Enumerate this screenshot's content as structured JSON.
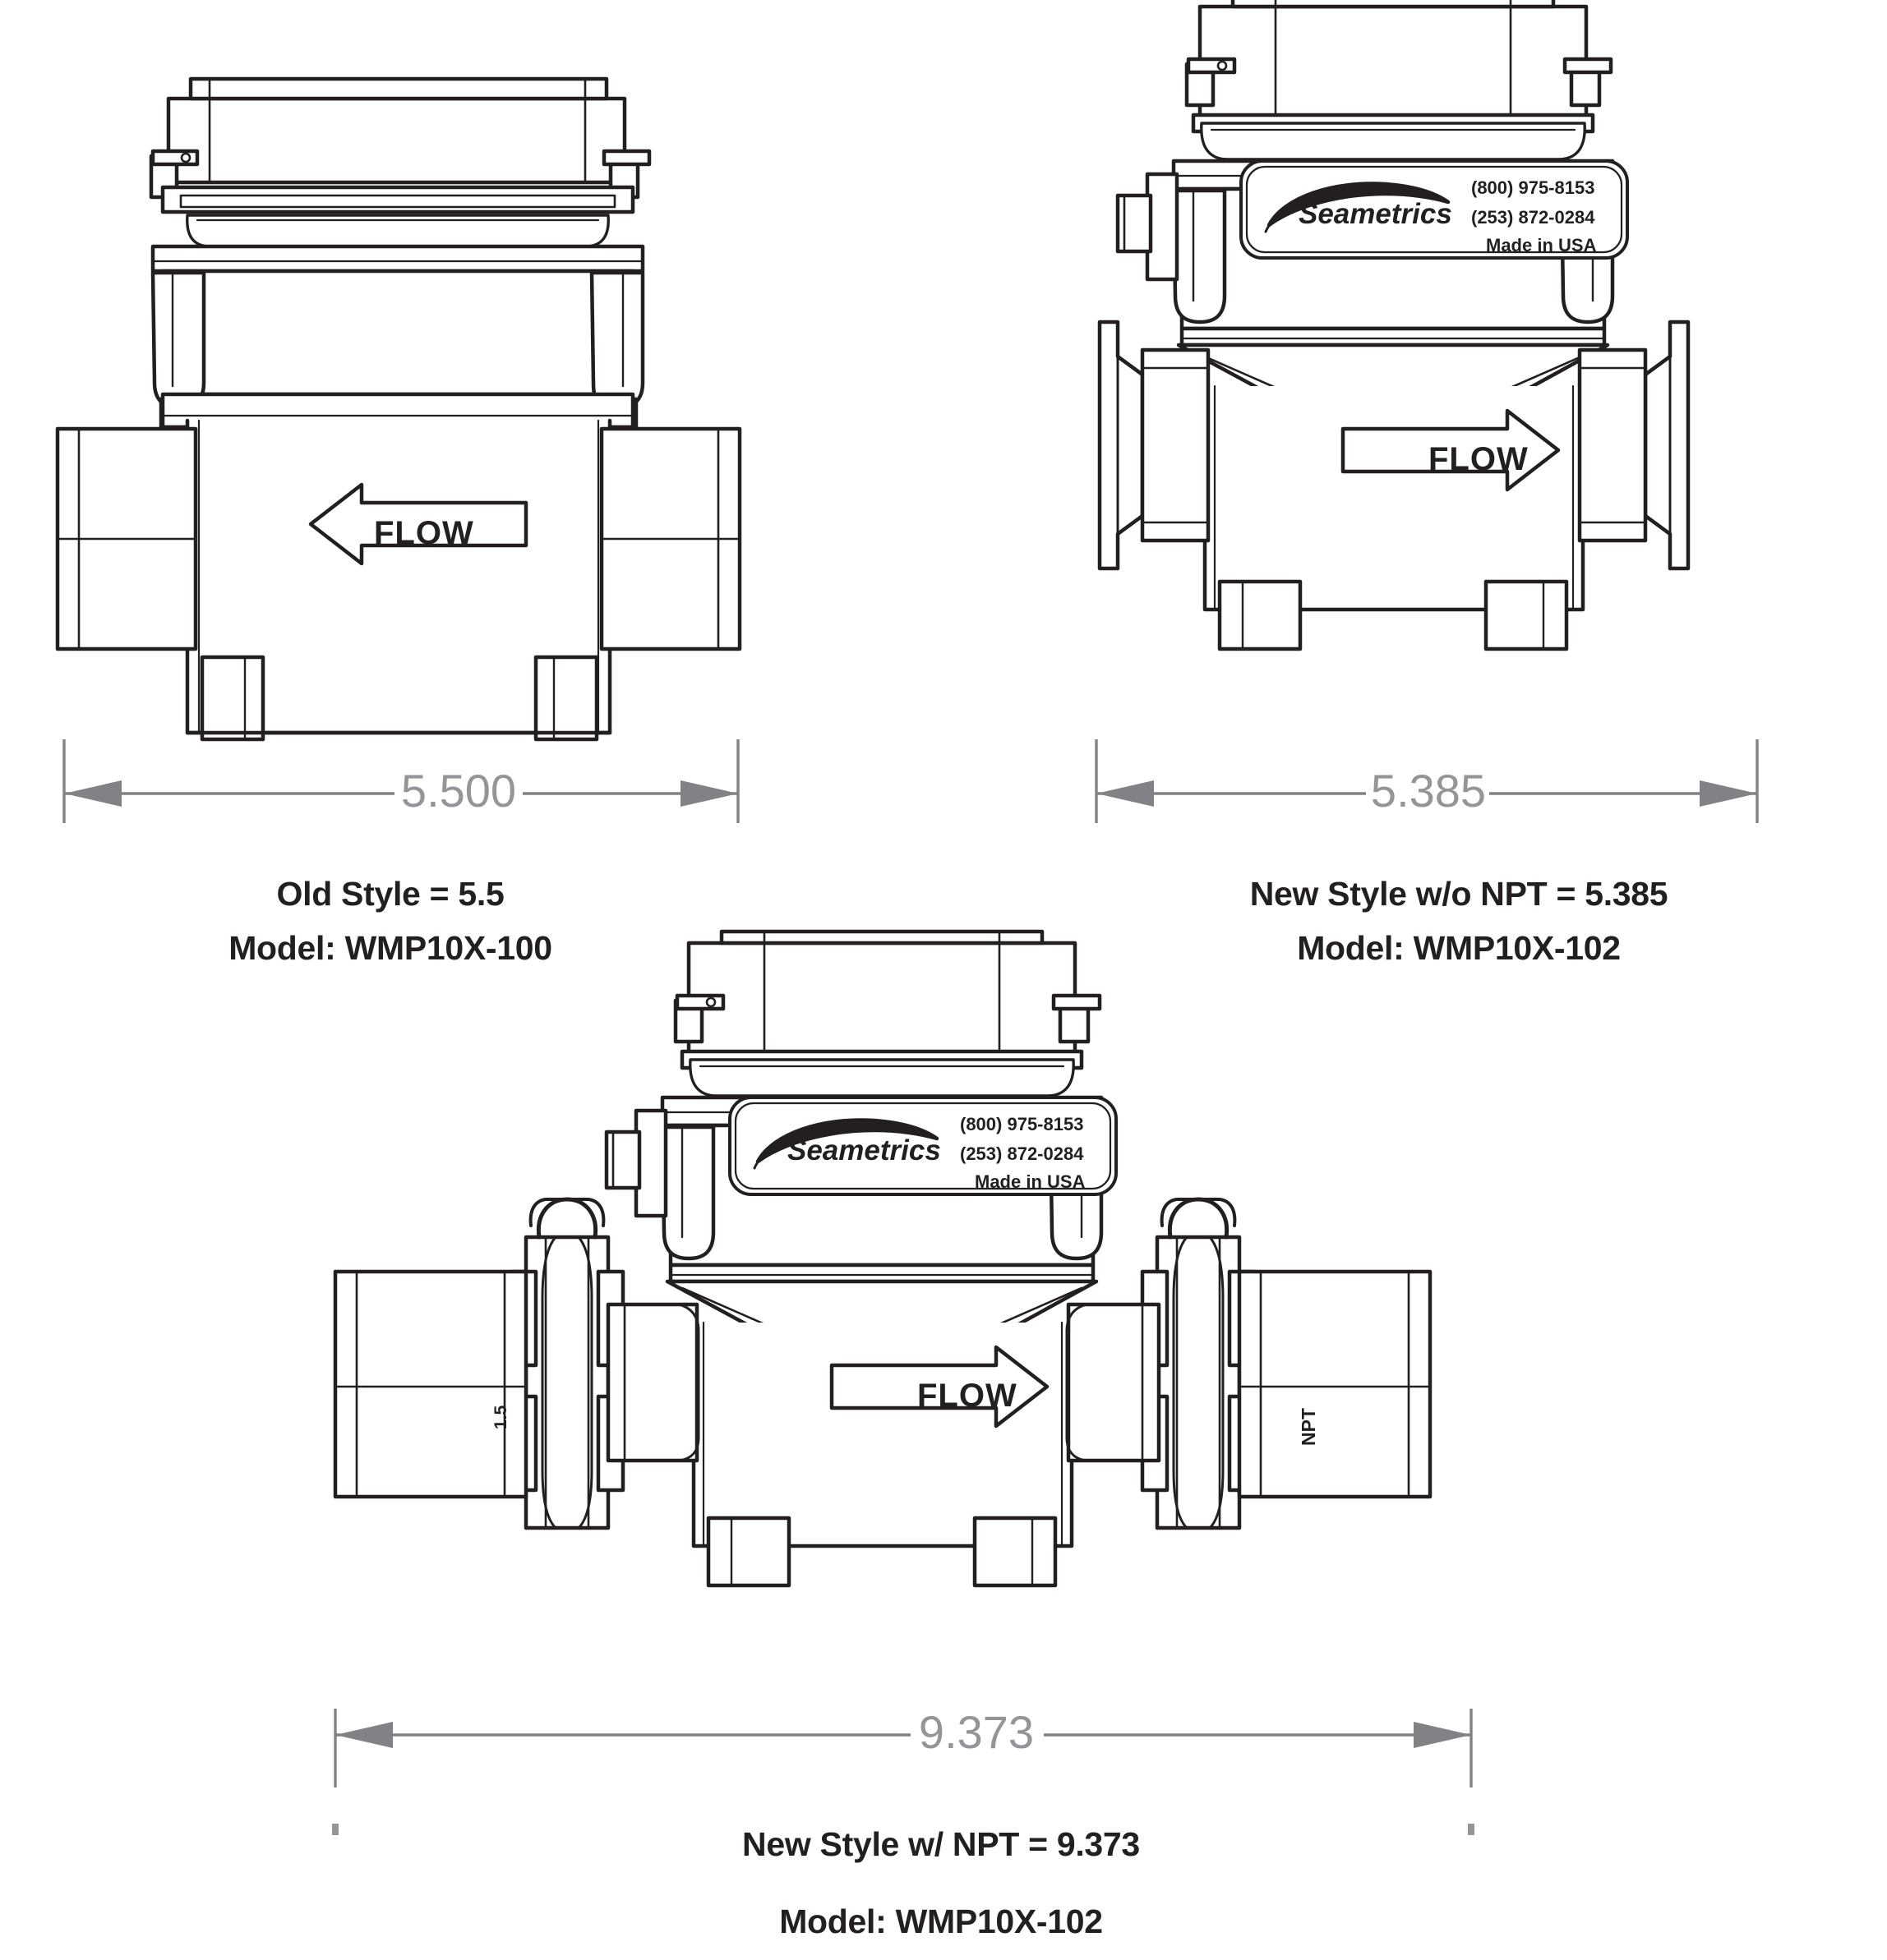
{
  "drawing": {
    "title": "Seametrics WMP10X flow meter dimensional drawing",
    "line_color": "#231f20",
    "dimension_color": "#808285",
    "background": "#ffffff"
  },
  "nameplate": {
    "brand": "Seametrics",
    "phone_toll_free": "(800) 975-8153",
    "phone_local": "(253) 872-0284",
    "origin": "Made in USA"
  },
  "flow_label": "FLOW",
  "views": [
    {
      "id": "old-style",
      "dimension_value": "5.500",
      "caption_line1": "Old Style = 5.5",
      "caption_line2": "Model: WMP10X-100",
      "flow_direction": "left",
      "has_nameplate": false,
      "end_connection": "square-socket",
      "port_marks": []
    },
    {
      "id": "new-style-no-npt",
      "dimension_value": "5.385",
      "caption_line1": "New Style w/o NPT = 5.385",
      "caption_line2": "Model: WMP10X-102",
      "flow_direction": "right",
      "has_nameplate": true,
      "end_connection": "tri-clamp-ferrule",
      "port_marks": []
    },
    {
      "id": "new-style-with-npt",
      "dimension_value": "9.373",
      "caption_line1": "New Style w/ NPT = 9.373",
      "caption_line2": "Model: WMP10X-102",
      "flow_direction": "right",
      "has_nameplate": true,
      "end_connection": "tri-clamp-with-npt-adapter",
      "port_marks": [
        "1.5",
        "NPT"
      ]
    }
  ]
}
